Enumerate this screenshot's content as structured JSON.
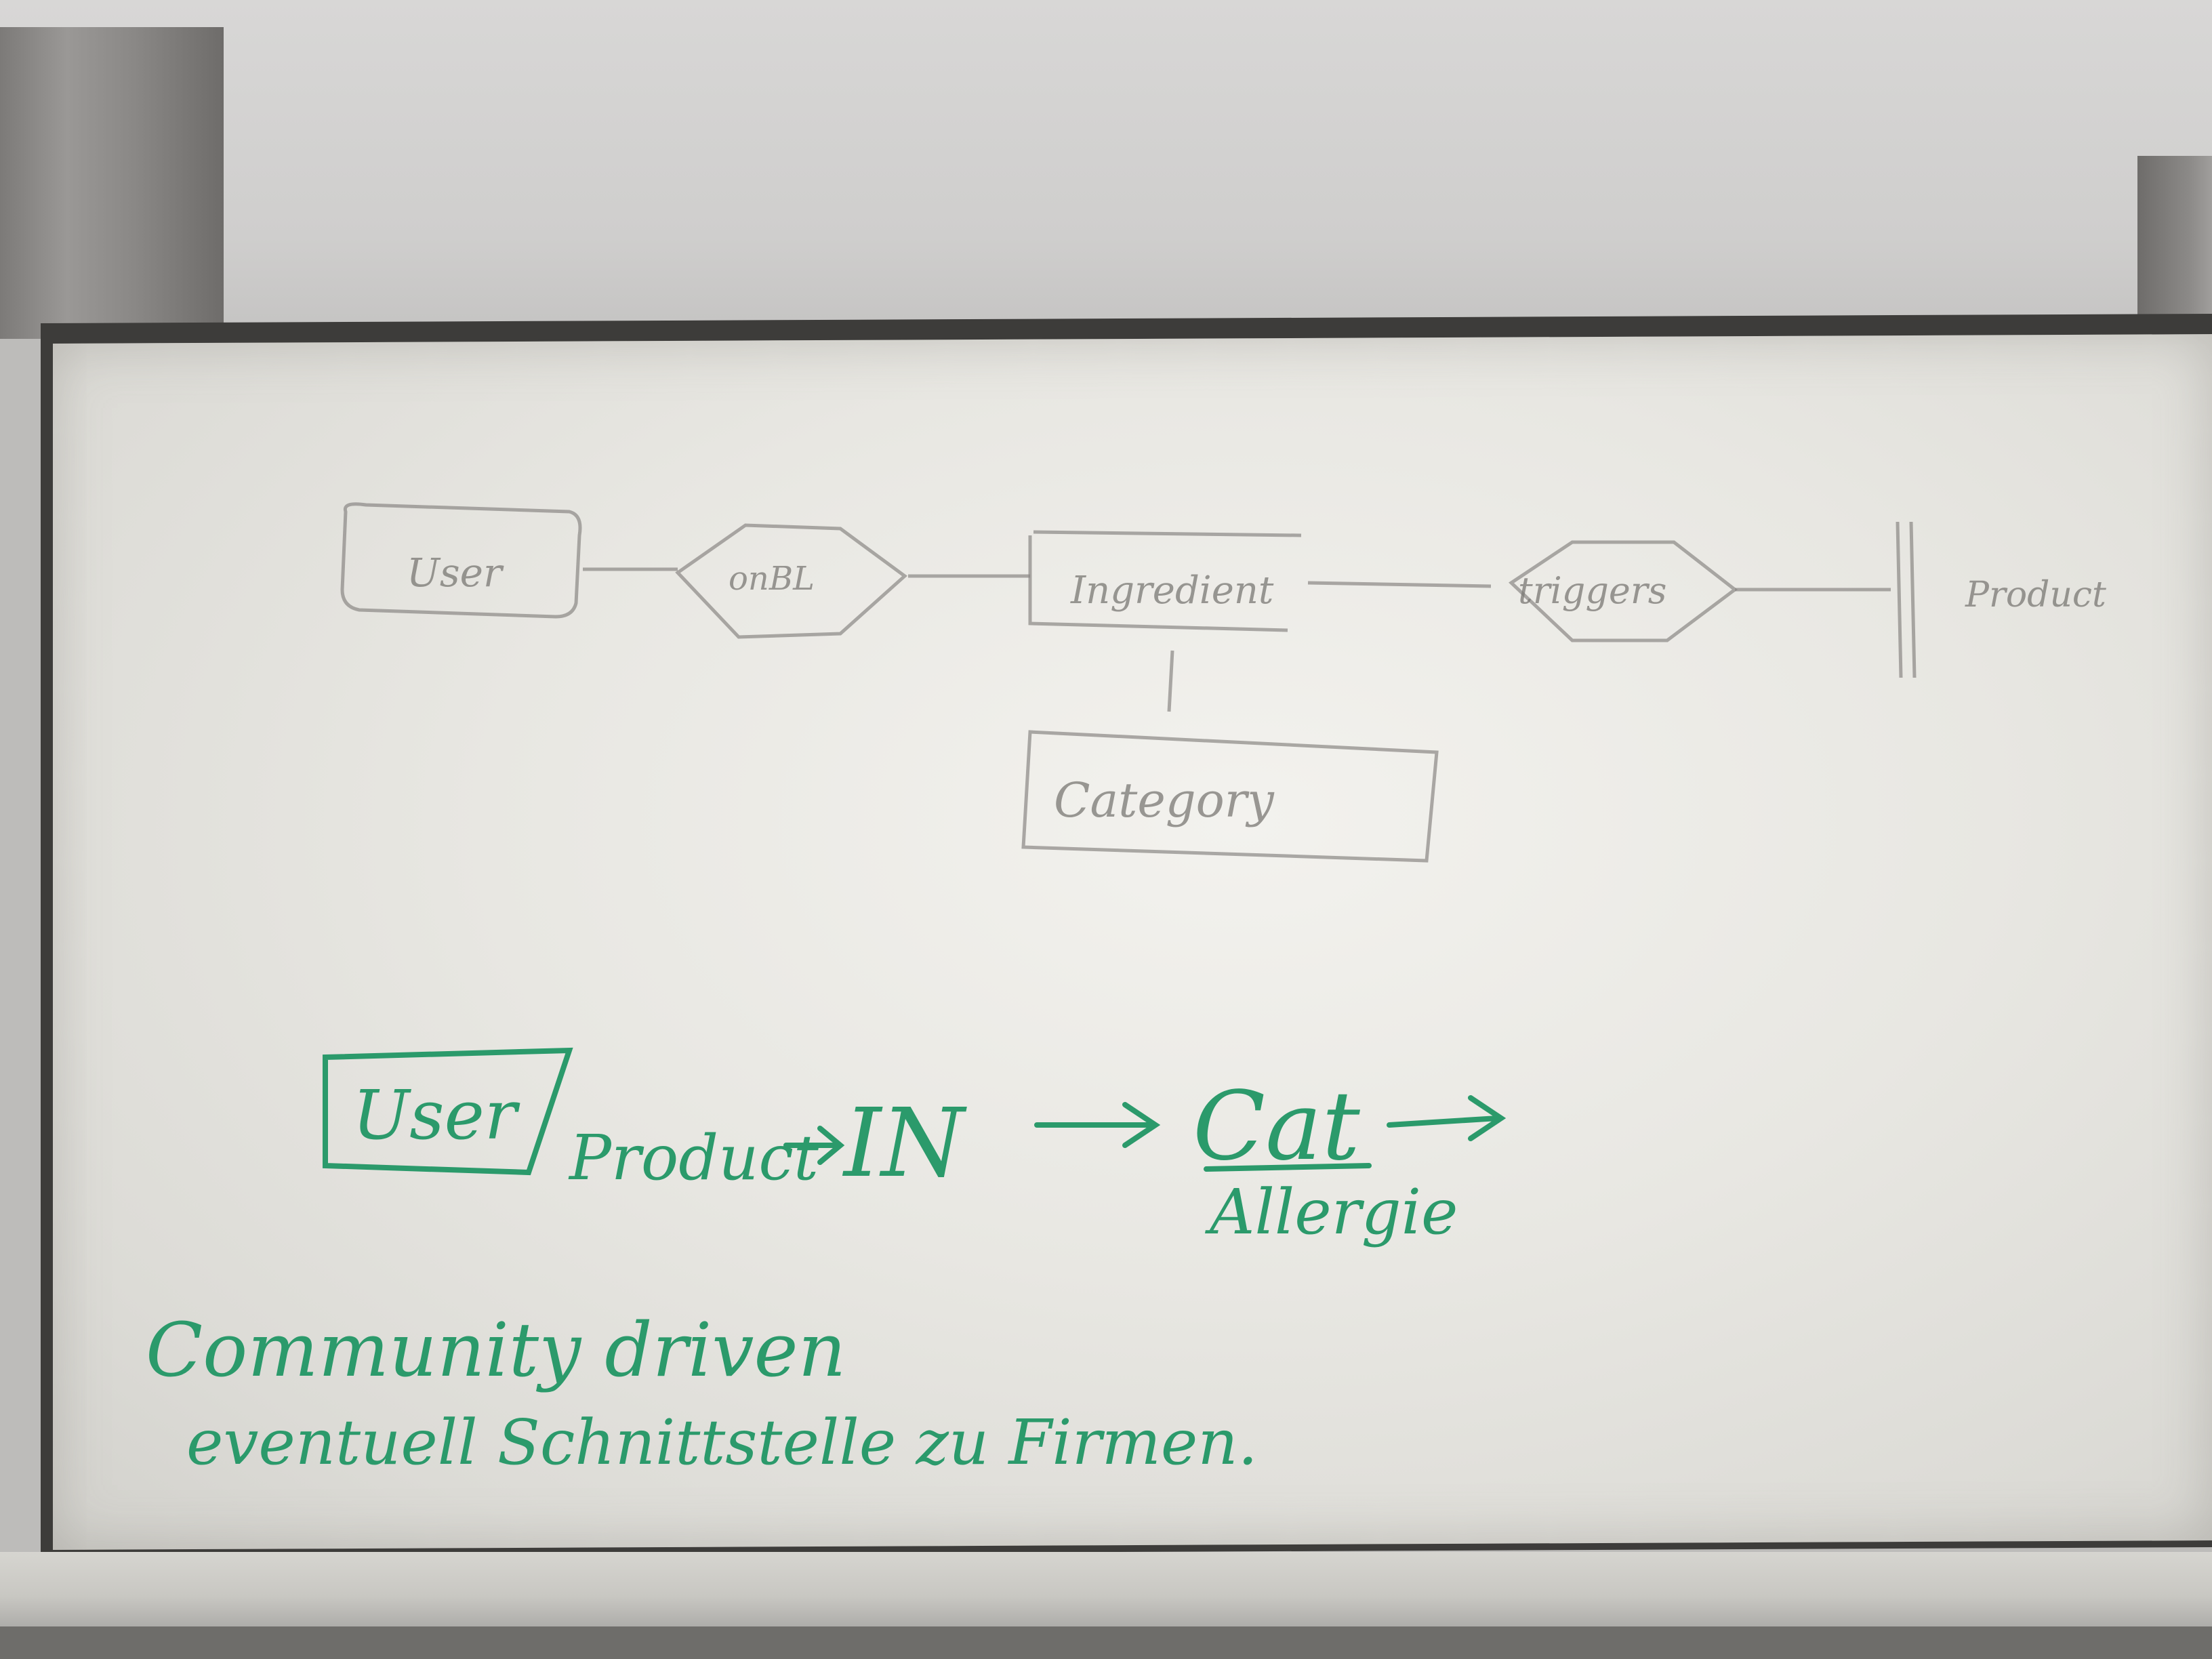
{
  "er_diagram": {
    "user_label": "User",
    "relation_one_label": "onBL",
    "ingredient_label": "Ingredient",
    "relation_two_label": "triggers",
    "product_label": "Product",
    "category_label": "Category"
  },
  "flow": {
    "user_label": "User",
    "product_label": "Product",
    "in_label": "IN",
    "cat_label": "Cat",
    "allergy_label": "Allergie"
  },
  "notes": {
    "line_one": "Community driven",
    "line_two": "eventuell Schnittstelle zu Firmen."
  },
  "colors": {
    "marker_green": "#2b9a6b",
    "faint_marker": "#7a7874"
  }
}
